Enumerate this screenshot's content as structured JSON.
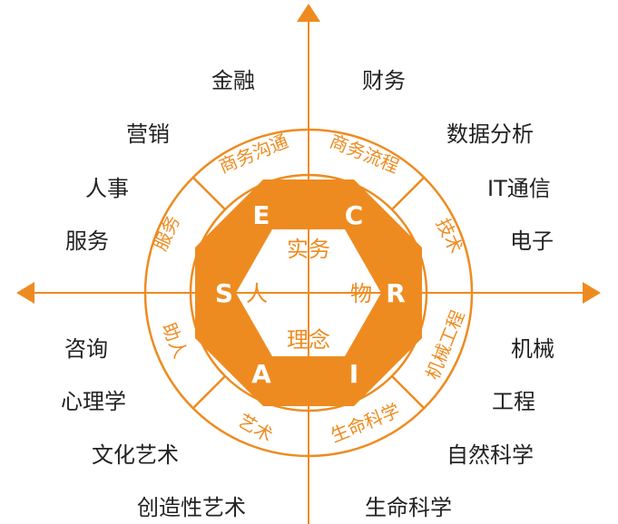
{
  "colors": {
    "accent": "#ee8b20",
    "text": "#222222",
    "background": "#ffffff"
  },
  "outer_labels": {
    "left": [
      "金融",
      "营销",
      "人事",
      "服务",
      "咨询",
      "心理学",
      "文化艺术",
      "创造性艺术"
    ],
    "right": [
      "财务",
      "数据分析",
      "IT通信",
      "电子",
      "机械",
      "工程",
      "自然科学",
      "生命科学"
    ]
  },
  "ring_labels": {
    "business_communication": "商务沟通",
    "business_process": "商务流程",
    "technology": "技术",
    "mechanical_engineering": "机械工程",
    "life_science": "生命科学",
    "art": "艺术",
    "helping_people": "助人",
    "service": "服务"
  },
  "octagon_letters": {
    "E": "E",
    "C": "C",
    "R": "R",
    "I": "I",
    "A": "A",
    "S": "S"
  },
  "inner_words": {
    "practice": "实务",
    "people": "人",
    "things": "物",
    "ideas": "理念"
  }
}
